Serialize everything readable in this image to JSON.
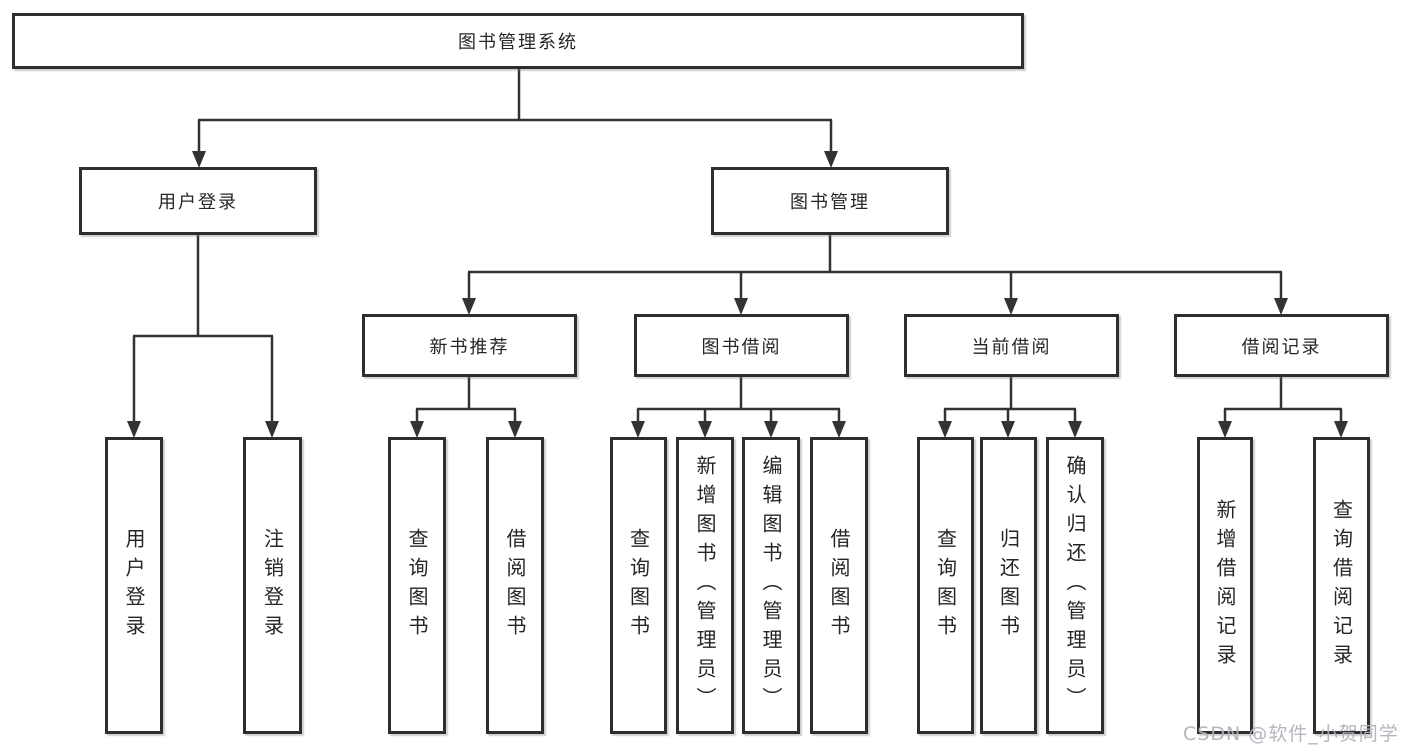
{
  "tree": {
    "label": "图书管理系统",
    "children": [
      {
        "label": "用户登录",
        "children": [
          {
            "label": "用户登录"
          },
          {
            "label": "注销登录"
          }
        ]
      },
      {
        "label": "图书管理",
        "children": [
          {
            "label": "新书推荐",
            "children": [
              {
                "label": "查询图书"
              },
              {
                "label": "借阅图书"
              }
            ]
          },
          {
            "label": "图书借阅",
            "children": [
              {
                "label": "查询图书"
              },
              {
                "label": "新增图书（管理员）"
              },
              {
                "label": "编辑图书（管理员）"
              },
              {
                "label": "借阅图书"
              }
            ]
          },
          {
            "label": "当前借阅",
            "children": [
              {
                "label": "查询图书"
              },
              {
                "label": "归还图书"
              },
              {
                "label": "确认归还（管理员）"
              }
            ]
          },
          {
            "label": "借阅记录",
            "children": [
              {
                "label": "新增借阅记录"
              },
              {
                "label": "查询借阅记录"
              }
            ]
          }
        ]
      }
    ]
  },
  "watermark": {
    "text": "CSDN @软件_小贺同学"
  },
  "colors": {
    "line": "#333333",
    "box_border": "#2e2e2e",
    "text": "#262626",
    "watermark": "#afb3ba",
    "background": "#ffffff"
  }
}
